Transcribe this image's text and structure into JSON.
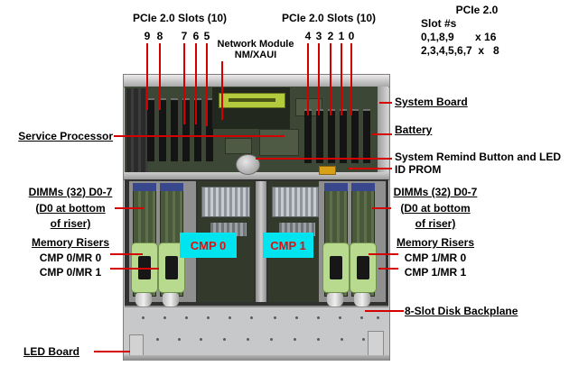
{
  "colors": {
    "leader-red": "#d40000",
    "cmp-bg": "#00e4ef",
    "cmp-text": "#dd1111",
    "board-green": "#3d4736",
    "nm-green": "#b5cb3e",
    "chassis-gray": "#c7c8ca"
  },
  "top": {
    "pcie_left_title": "PCIe 2.0 Slots (10)",
    "pcie_left_slots": [
      "9",
      "8",
      "7",
      "6",
      "5"
    ],
    "pcie_right_title": "PCIe 2.0 Slots (10)",
    "pcie_right_slots": [
      "4",
      "3",
      "2",
      "1",
      "0"
    ],
    "network_module_line1": "Network Module",
    "network_module_line2": "NM/XAUI",
    "slot_key_title": "PCIe 2.0",
    "slot_key_subtitle": "Slot #s",
    "slot_key_row1": "0,1,8,9       x 16",
    "slot_key_row2": "2,3,4,5,6,7  x   8"
  },
  "left": {
    "service_processor": "Service Processor",
    "dimms_line1": "DIMMs (32) D0-7",
    "dimms_line2": "(D0 at bottom",
    "dimms_line3": "of riser)",
    "memory_risers": "Memory Risers",
    "mr0": "CMP 0/MR 0",
    "mr1": "CMP 0/MR 1",
    "led_board": "LED Board"
  },
  "right": {
    "system_board": "System Board",
    "battery": "Battery",
    "system_remind": "System Remind Button and LED",
    "id_prom": "ID PROM",
    "dimms_line1": "DIMMs (32) D0-7",
    "dimms_line2": "(D0 at bottom",
    "dimms_line3": "of riser)",
    "memory_risers": "Memory Risers",
    "mr0": "CMP 1/MR 0",
    "mr1": "CMP 1/MR 1",
    "disk_backplane": "8-Slot Disk Backplane"
  },
  "chassis": {
    "cmp0": "CMP 0",
    "cmp1": "CMP 1"
  }
}
